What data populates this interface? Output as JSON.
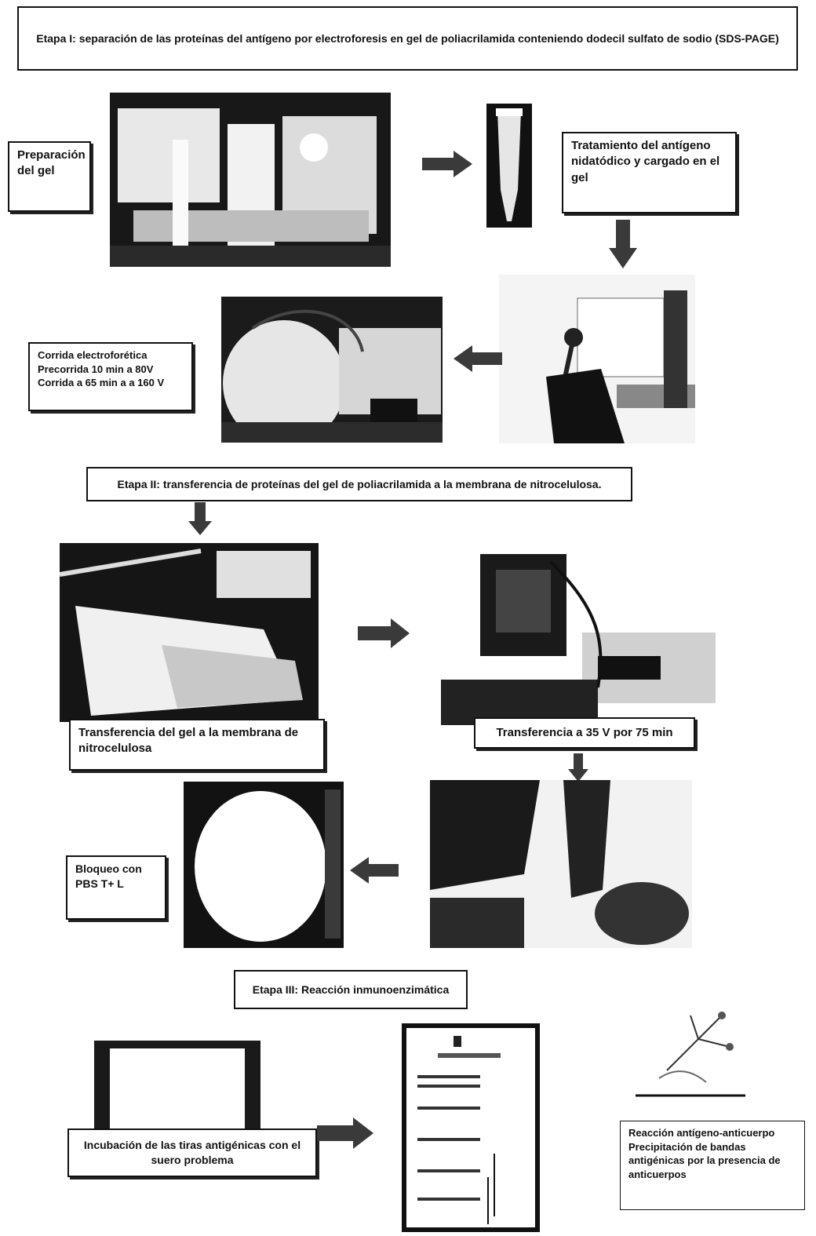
{
  "stage1": {
    "title": "Etapa I: separación de las proteínas del antígeno por electroforesis en gel de poliacrilamida conteniendo dodecil sulfato de sodio (SDS-PAGE)",
    "gel_prep": "Preparación del gel",
    "antigen_treatment": "Tratamiento del antígeno nidatódico y cargado en el gel",
    "run": {
      "line1": "Corrida electroforética",
      "line2": "Precorrida 10 min a 80V",
      "line3": "Corrida a 65 min a a 160 V"
    }
  },
  "stage2": {
    "title": "Etapa II: transferencia de proteínas del gel de poliacrilamida a la membrana de nitrocelulosa.",
    "transfer_gel": "Transferencia del gel a la membrana de nitrocelulosa",
    "transfer_run": "Transferencia a 35 V por 75 min",
    "blocking": "Bloqueo con PBS T+ L"
  },
  "stage3": {
    "title": "Etapa III: Reacción inmunoenzimática",
    "incubation": "Incubación de las tiras antigénicas con el suero problema",
    "reaction": "Reacción antígeno-anticuerpo Precipitación de bandas antigénicas por la presencia de anticuerpos"
  },
  "icons": {
    "arrow": "block-arrow-icon",
    "photo": "lab-photo-icon"
  },
  "colors": {
    "border": "#111111",
    "arrow_fill": "#3a3a3a",
    "background": "#ffffff"
  }
}
